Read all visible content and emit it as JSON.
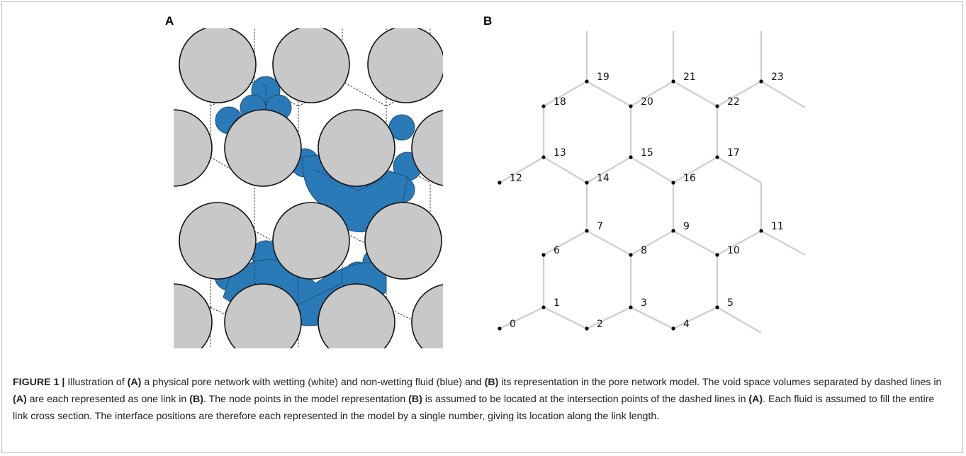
{
  "panels": {
    "a_label": "A",
    "b_label": "B"
  },
  "colors": {
    "grain_fill": "#c8c8c8",
    "non_wetting_fluid": "#2a7ab8",
    "wetting_fluid": "#ffffff",
    "link": "#d0d0d0",
    "node": "#000000"
  },
  "network": {
    "node_labels": [
      "0",
      "1",
      "2",
      "3",
      "4",
      "5",
      "6",
      "7",
      "8",
      "9",
      "10",
      "11",
      "12",
      "13",
      "14",
      "15",
      "16",
      "17",
      "18",
      "19",
      "20",
      "21",
      "22",
      "23"
    ]
  },
  "caption": {
    "figure_label": "FIGURE 1 |",
    "t1": " Illustration of ",
    "ref_a1": "(A)",
    "t2": " a physical pore network with wetting (white) and non-wetting fluid (blue) and ",
    "ref_b1": "(B)",
    "t3": " its representation in the pore network model. The void space volumes separated by dashed lines in ",
    "ref_a2": "(A)",
    "t4": " are each represented as one link in ",
    "ref_b2": "(B)",
    "t5": ". The node points in the model representation ",
    "ref_b3": "(B)",
    "t6": " is assumed to be located at the intersection points of the dashed lines in ",
    "ref_a3": "(A)",
    "t7": ". Each fluid is assumed to fill the entire link cross section. The interface positions are therefore each represented in the model by a single number, giving its location along the link length."
  }
}
